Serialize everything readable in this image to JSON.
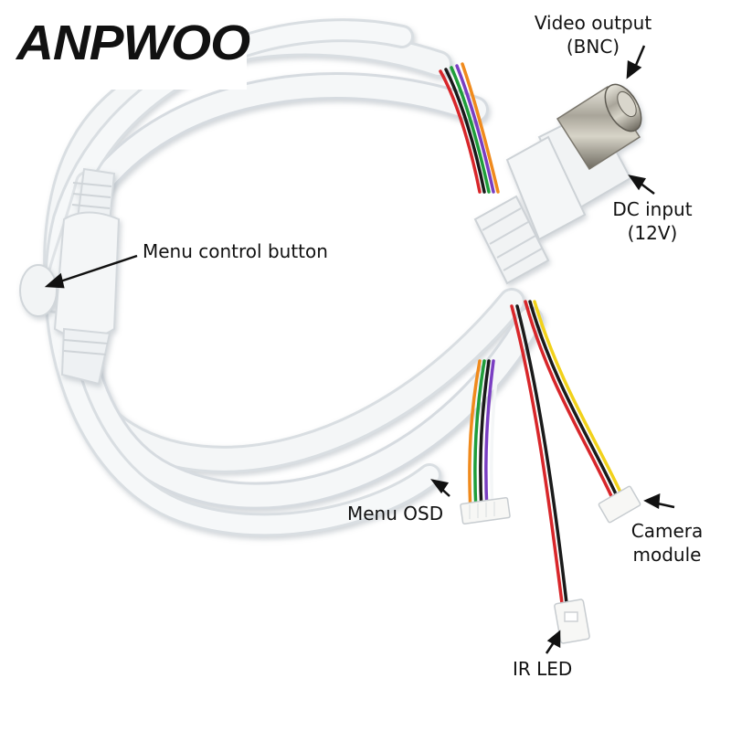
{
  "brand": {
    "logo_text": "ANPWOO"
  },
  "labels": {
    "video_output_line1": "Video output",
    "video_output_line2": "(BNC)",
    "dc_input_line1": "DC input",
    "dc_input_line2": "(12V)",
    "menu_control_button": "Menu control button",
    "menu_osd": "Menu OSD",
    "camera_module_line1": "Camera",
    "camera_module_line2": "module",
    "ir_led": "IR LED"
  },
  "wire_colors": {
    "red": "#d8262a",
    "black": "#1a1a1a",
    "yellow": "#f2d21a",
    "orange": "#f08a1c",
    "green": "#1f9e3a",
    "purple": "#7a3ec2",
    "white_cable": "#f3f5f6"
  }
}
